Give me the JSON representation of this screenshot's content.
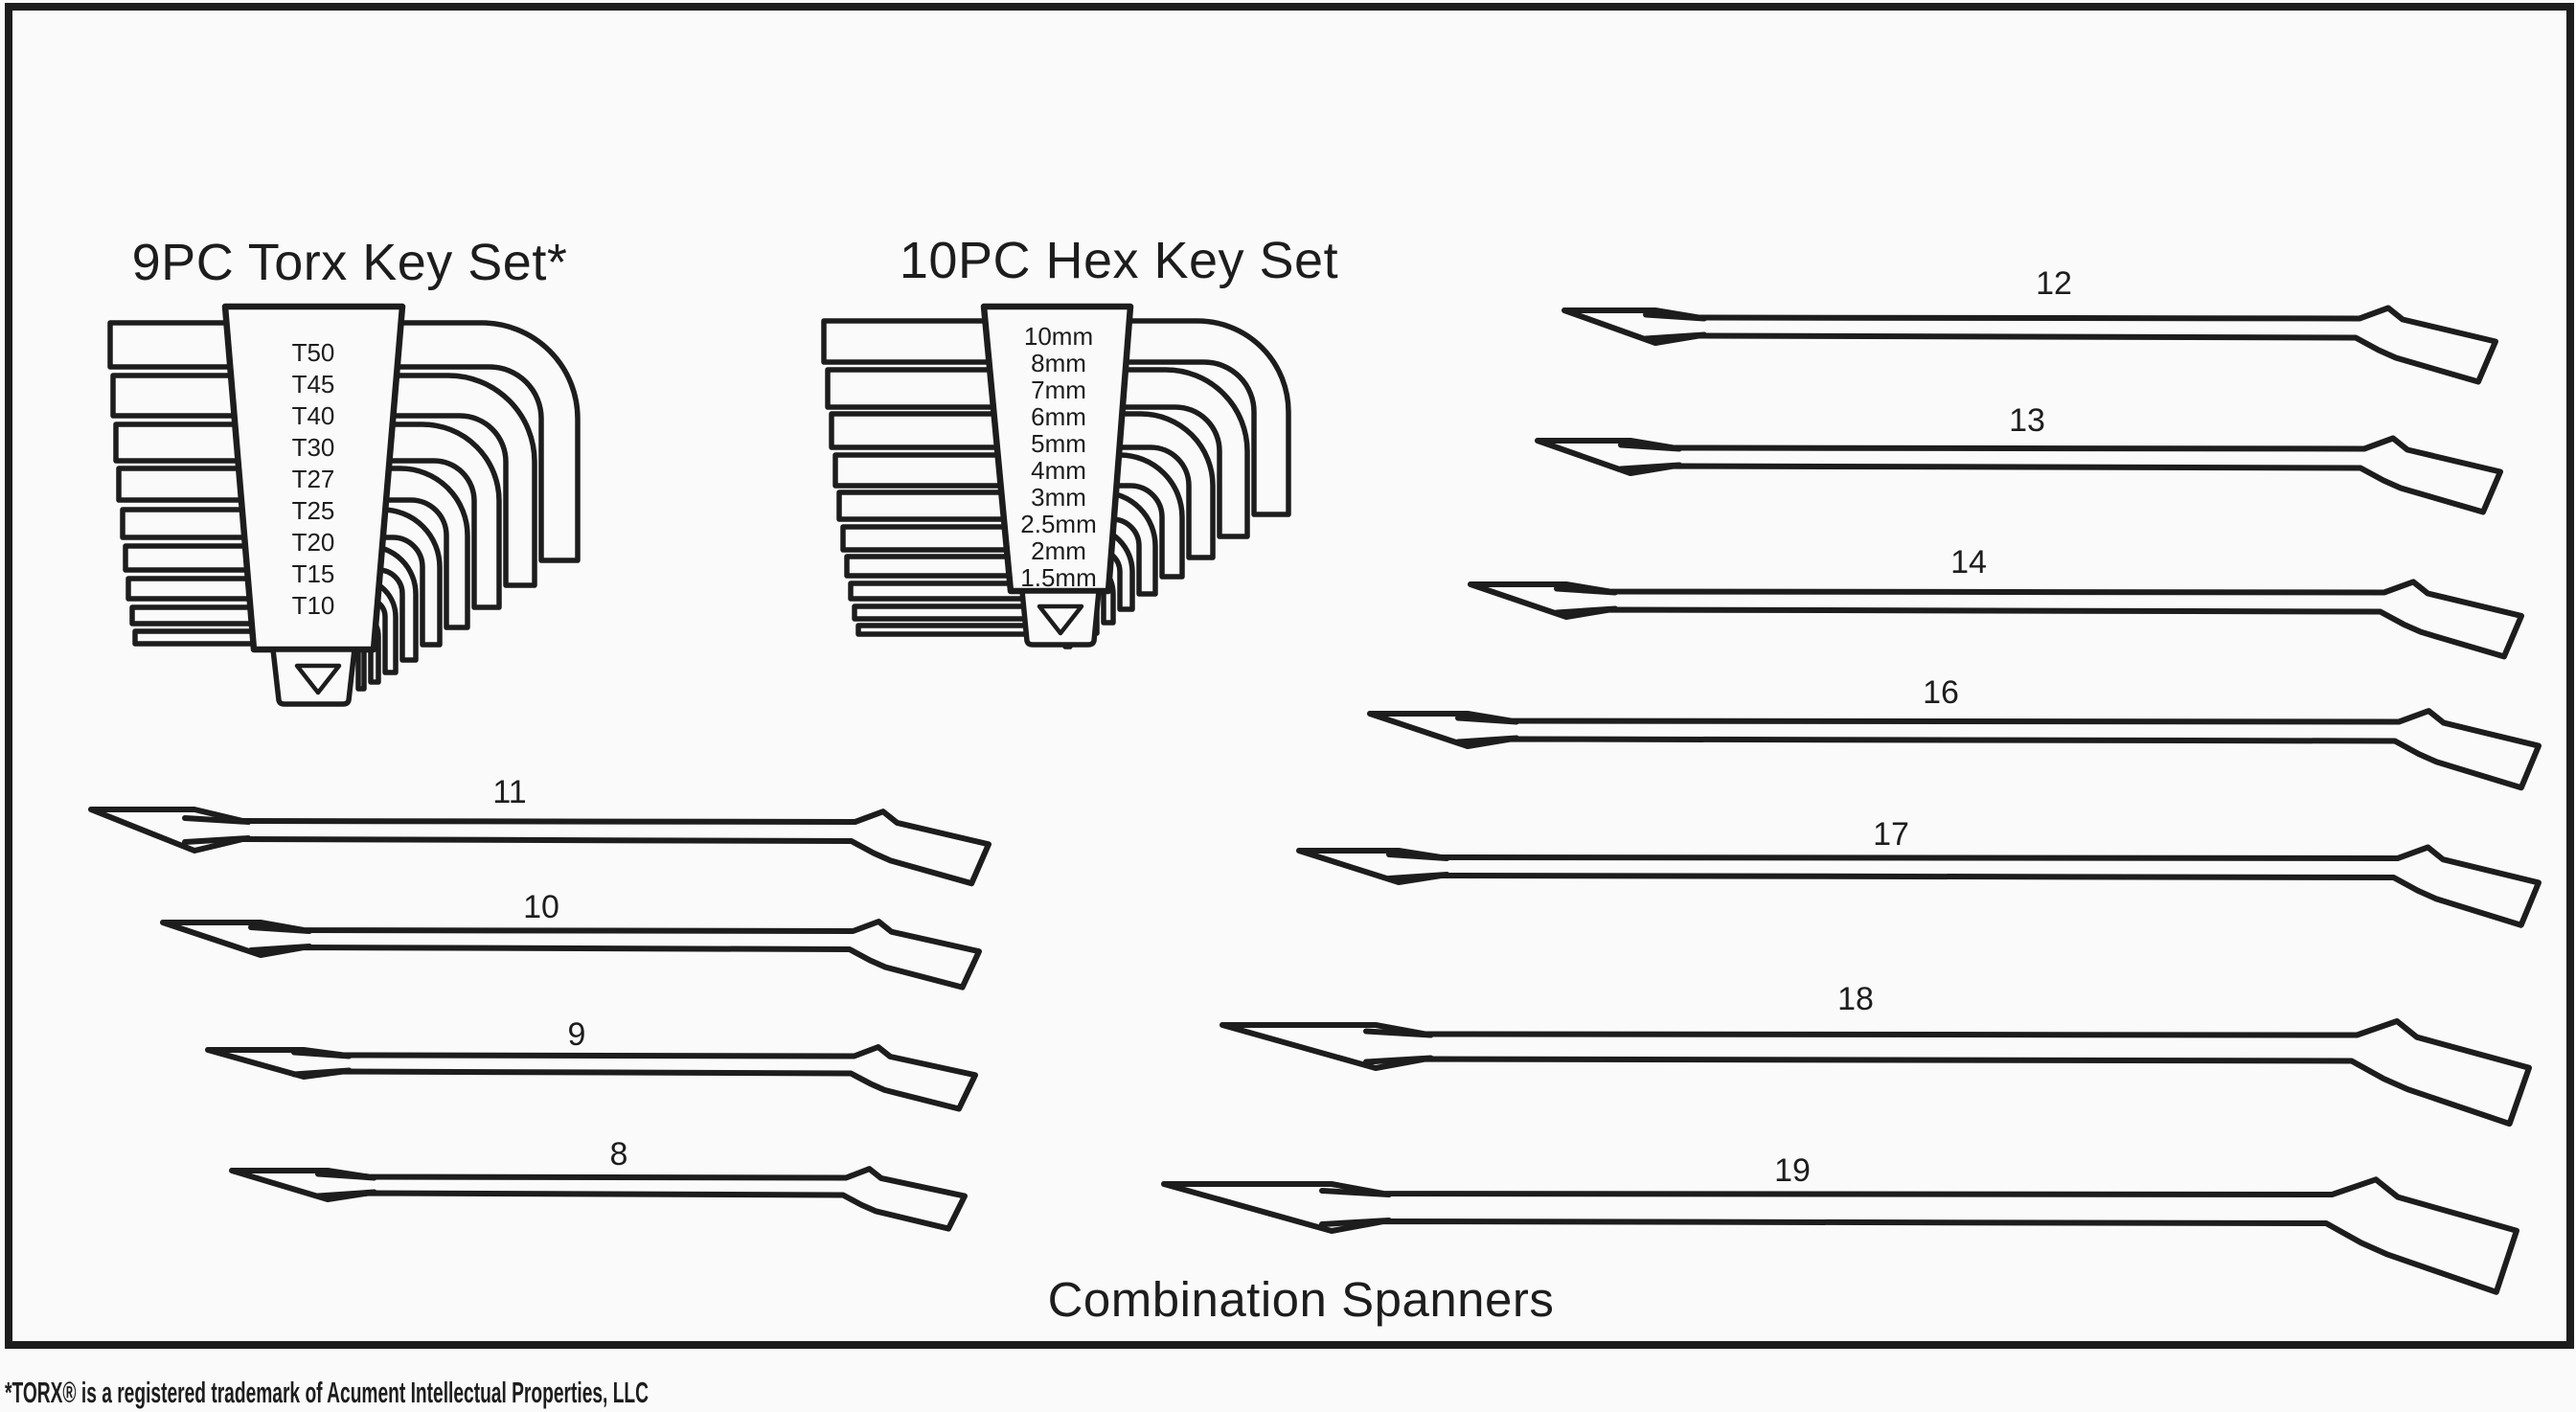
{
  "page": {
    "paper_color": "#fafafa",
    "ink_color": "#1d1d1d"
  },
  "torx_set": {
    "title": "9PC Torx Key Set*",
    "labels": [
      "T50",
      "T45",
      "T40",
      "T30",
      "T27",
      "T25",
      "T20",
      "T15",
      "T10"
    ],
    "holder_mark": "triangle-down"
  },
  "hex_set": {
    "title": "10PC Hex Key Set",
    "labels": [
      "10mm",
      "8mm",
      "7mm",
      "6mm",
      "5mm",
      "4mm",
      "3mm",
      "2.5mm",
      "2mm",
      "1.5mm"
    ],
    "holder_mark": "triangle-down"
  },
  "spanners": {
    "title": "Combination Spanners",
    "sizes": [
      "8",
      "9",
      "10",
      "11",
      "12",
      "13",
      "14",
      "16",
      "17",
      "18",
      "19"
    ]
  },
  "footnote": "*TORX® is a registered trademark of Acument Intellectual Properties, LLC"
}
